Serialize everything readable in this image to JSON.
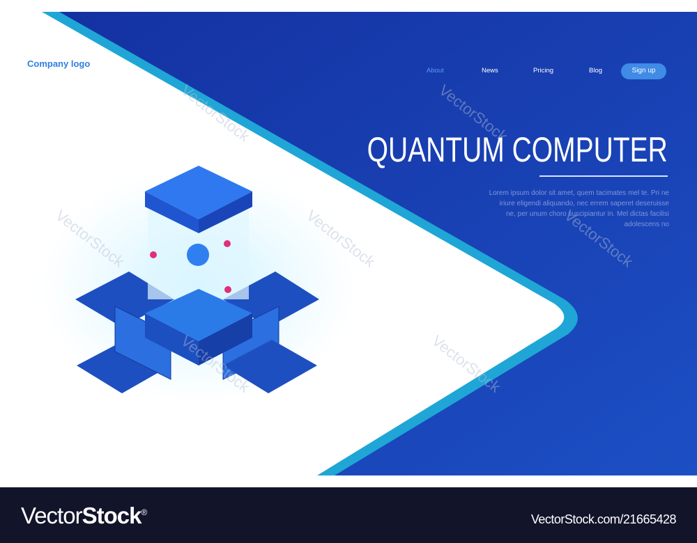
{
  "header": {
    "logo": "Company logo",
    "nav": [
      {
        "label": "About",
        "active": true
      },
      {
        "label": "News"
      },
      {
        "label": "Pricing"
      },
      {
        "label": "Blog"
      }
    ],
    "signup": "Sign up"
  },
  "hero": {
    "title": "QUANTUM COMPUTER",
    "body": "Lorem ipsum dolor sit amet, quem tacimates mel te. Pri ne iriure eligendi aliquando, nec errem saperet deseruisse ne, per unum choro suscipiantur in. Mel dictas facilisi adolescens no"
  },
  "watermark": "VectorStock",
  "banner": {
    "brand_light": "Vector",
    "brand_bold": "Stock",
    "reg": "®",
    "id_text": "VectorStock.com/21665428"
  },
  "colors": {
    "blue": "#1a3fb0",
    "cyan": "#1fa6d6",
    "accent": "#3f8be6",
    "banner": "#12142a"
  }
}
